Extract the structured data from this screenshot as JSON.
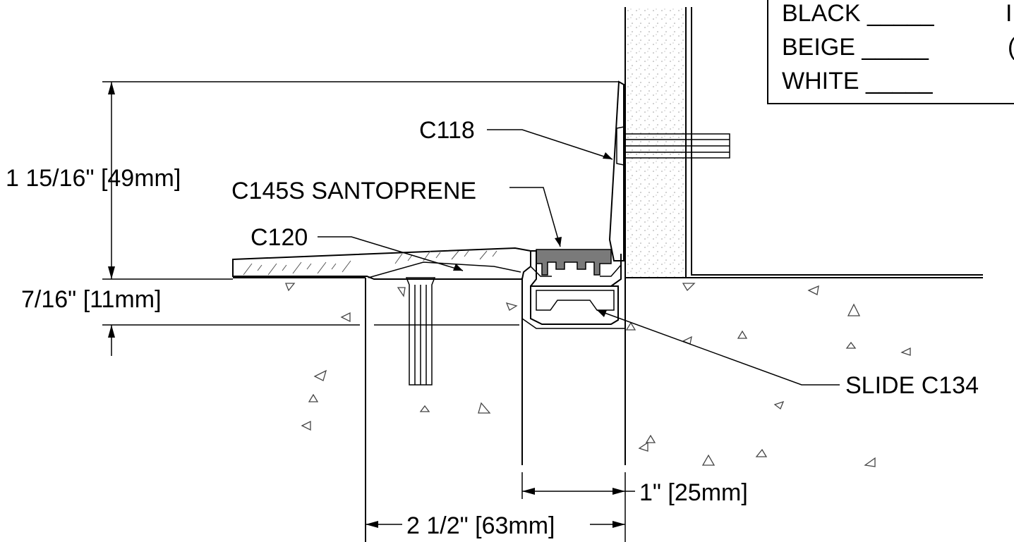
{
  "color_legend": {
    "rows": [
      {
        "label": "BLACK _____",
        "right_char": "I"
      },
      {
        "label": "BEIGE _____",
        "right_char": "("
      },
      {
        "label": "WHITE _____",
        "right_char": ""
      }
    ]
  },
  "callouts": {
    "c118": "C118",
    "c145s": "C145S SANTOPRENE",
    "c120": "C120",
    "slide": "SLIDE C134"
  },
  "dimensions": {
    "total_height": "1 15/16\" [49mm]",
    "lip_height": "7/16\" [11mm]",
    "gap_width": "1\" [25mm]",
    "overall_width": "2 1/2\" [63mm]"
  },
  "colors": {
    "line": "#000000",
    "santoprene_fill": "#7a7a7a",
    "wall_stipple": "#9a9a9a"
  }
}
